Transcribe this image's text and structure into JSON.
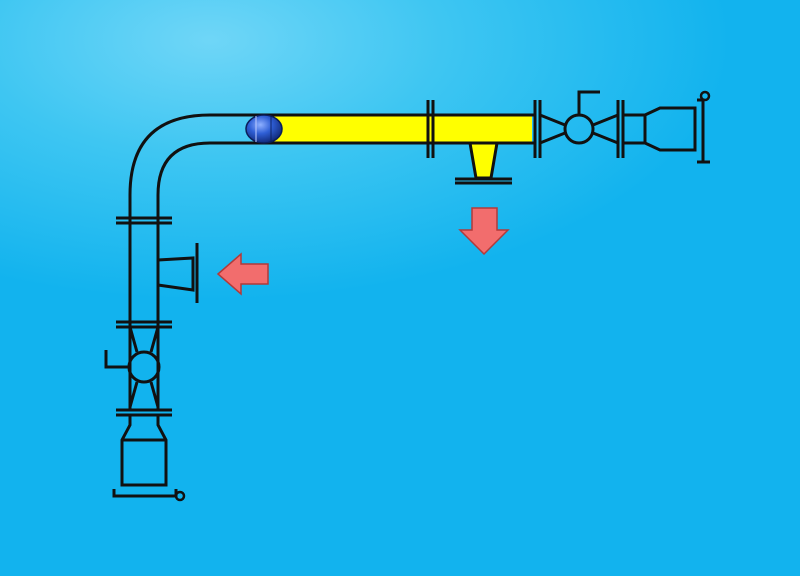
{
  "diagram": {
    "background_color": "#1ab5ee",
    "pipe_stroke_color": "#111111",
    "flow_fill_color": "#ffff00",
    "arrow_color": "#f26d6d",
    "pig_color": "#1b3fa0",
    "components": [
      "vertical-pipe-run",
      "elbow-bend",
      "horizontal-pipe-run",
      "left-launcher-valve",
      "right-receiver-valve",
      "left-side-branch-tee",
      "bottom-branch-tee",
      "pipeline-pig"
    ],
    "arrows": [
      {
        "direction": "left",
        "icon": "arrow-left-icon"
      },
      {
        "direction": "down",
        "icon": "arrow-down-icon"
      }
    ]
  }
}
